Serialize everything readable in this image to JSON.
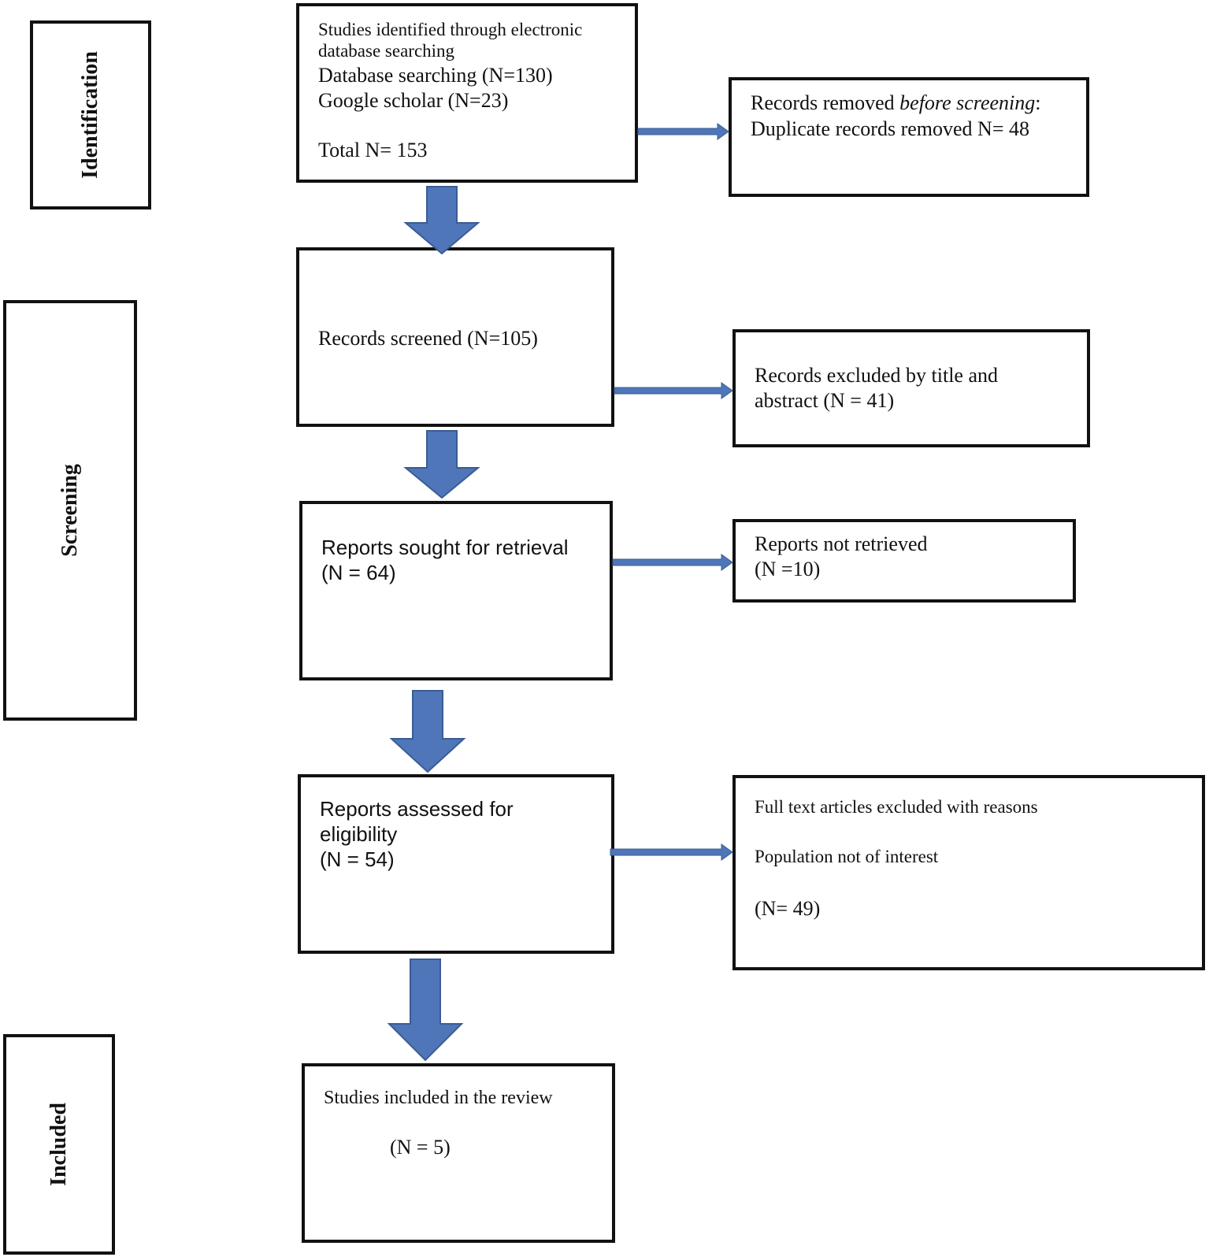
{
  "stages": {
    "identification": "Identification",
    "screening": "Screening",
    "included": "Included"
  },
  "identified": {
    "line1": "Studies identified through electronic",
    "line2": "database searching",
    "line3": "Database searching (N=130)",
    "line4": "Google scholar (N=23)",
    "line5": "Total N= 153"
  },
  "removed": {
    "prefix": "Records removed ",
    "emphasis": "before screening",
    "suffix": ":",
    "line2": "Duplicate records removed N= 48"
  },
  "screened": {
    "line1": "Records screened (N=105)"
  },
  "excluded_title": {
    "line1": "Records excluded by title and",
    "line2": "abstract (N = 41)"
  },
  "sought": {
    "line1": "Reports sought for retrieval",
    "line2": "(N = 64)"
  },
  "not_retrieved": {
    "line1": "Reports not retrieved",
    "line2": "(N =10)"
  },
  "assessed": {
    "line1": "Reports assessed for",
    "line2": "eligibility",
    "line3": "(N = 54)"
  },
  "fulltext_excluded": {
    "line1": "Full text articles excluded with reasons",
    "line2": "Population not of interest",
    "line3": "(N= 49)"
  },
  "included_studies": {
    "line1": "Studies included in the review",
    "line2": "(N = 5)"
  },
  "colors": {
    "arrow_fill": "#4F76B8",
    "arrow_stroke": "#3A5C95",
    "border": "#111111"
  }
}
